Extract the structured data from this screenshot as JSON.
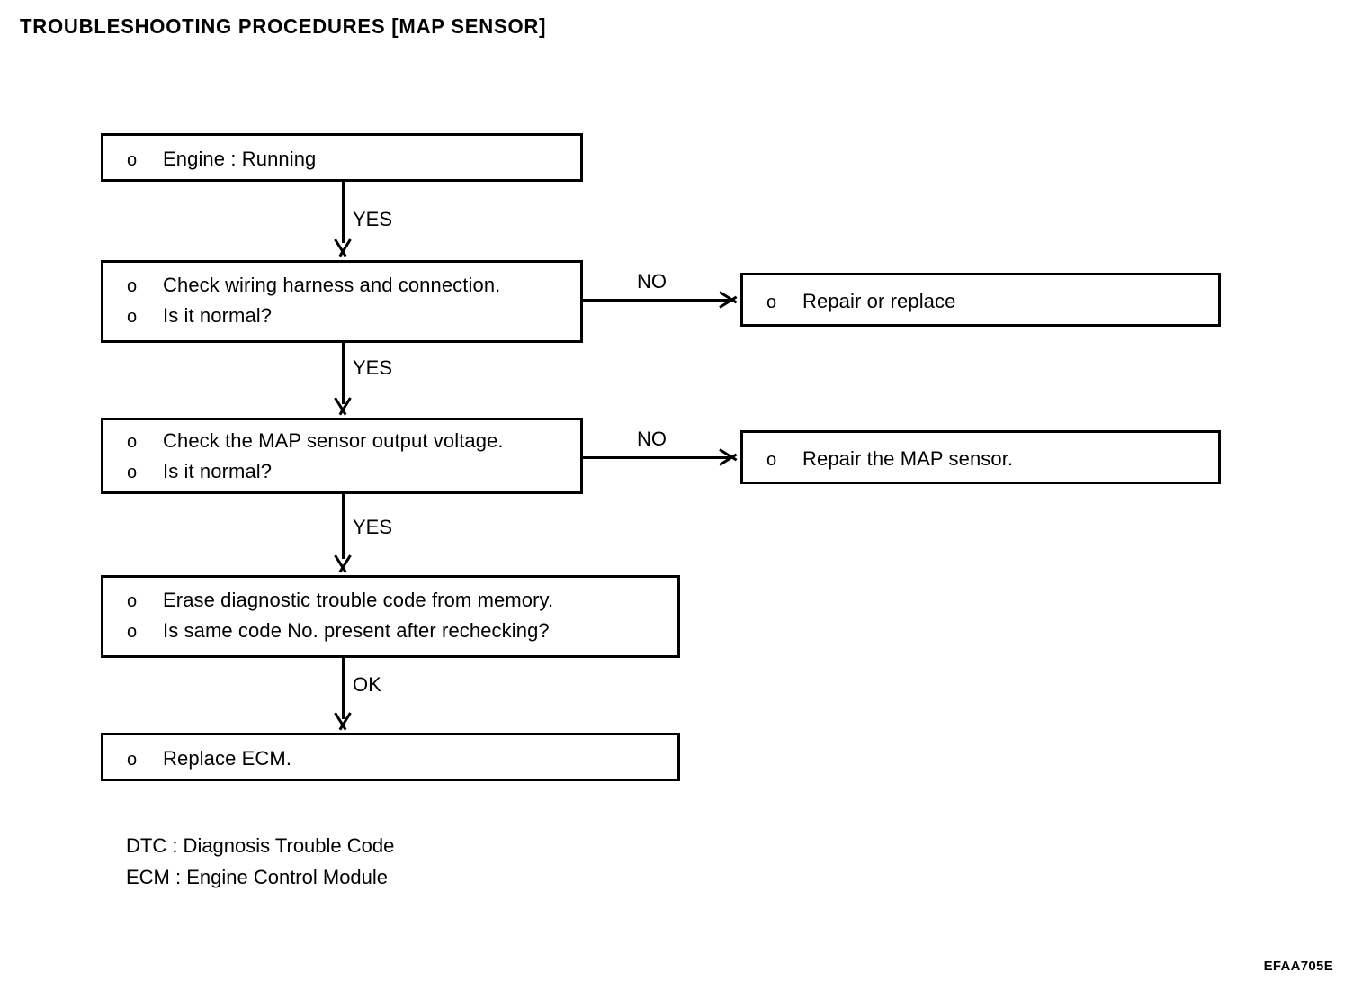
{
  "document": {
    "title": "TROUBLESHOOTING PROCEDURES [MAP SENSOR]",
    "footer_code": "EFAA705E"
  },
  "flow": {
    "bullet": "o",
    "boxes": [
      {
        "id": "engine-running",
        "lines": [
          "Engine : Running"
        ]
      },
      {
        "id": "check-wiring",
        "lines": [
          "Check wiring harness and connection.",
          "Is it normal?"
        ]
      },
      {
        "id": "check-voltage",
        "lines": [
          "Check the MAP sensor output voltage.",
          "Is it normal?"
        ]
      },
      {
        "id": "erase-dtc",
        "lines": [
          "Erase diagnostic trouble code from memory.",
          "Is same code No. present after rechecking?"
        ]
      },
      {
        "id": "replace-ecm",
        "lines": [
          "Replace ECM."
        ]
      },
      {
        "id": "repair-replace",
        "lines": [
          "Repair or replace"
        ]
      },
      {
        "id": "repair-map",
        "lines": [
          "Repair the MAP sensor."
        ]
      }
    ],
    "connectors": {
      "yes_1": "YES",
      "yes_2": "YES",
      "yes_3": "YES",
      "ok": "OK",
      "no_1": "NO",
      "no_2": "NO"
    }
  },
  "legend": {
    "lines": [
      "DTC : Diagnosis Trouble Code",
      "ECM : Engine Control Module"
    ]
  },
  "colors": {
    "ink": "#000000",
    "paper": "#ffffff"
  }
}
